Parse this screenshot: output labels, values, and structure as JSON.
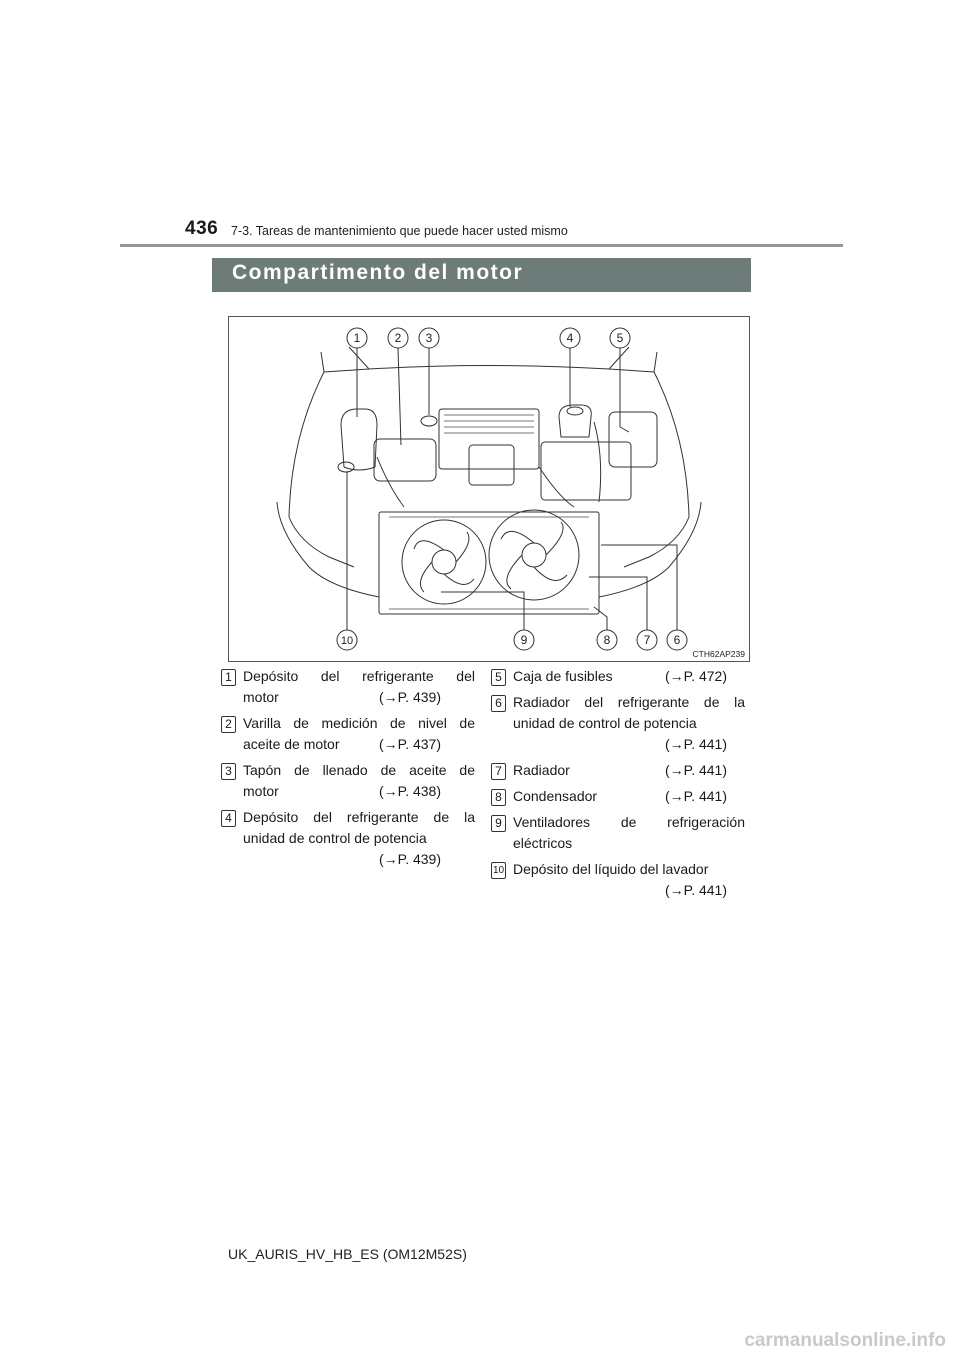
{
  "header": {
    "page_number": "436",
    "chapter": "7-3. Tareas de mantenimiento que puede hacer usted mismo"
  },
  "section": {
    "title": "Compartimento del motor"
  },
  "figure": {
    "code": "CTH62AP239",
    "callouts_top": [
      "1",
      "2",
      "3",
      "4",
      "5"
    ],
    "callouts_bottom": [
      "10",
      "9",
      "8",
      "7",
      "6"
    ]
  },
  "legend": [
    {
      "num": "1",
      "lines": [
        "Depósito del refrigerante del",
        "motor"
      ],
      "ref": "(→P. 439)"
    },
    {
      "num": "2",
      "lines": [
        "Varilla de medición de nivel de",
        "aceite de motor"
      ],
      "ref": "(→P. 437)"
    },
    {
      "num": "3",
      "lines": [
        "Tapón de llenado de aceite de",
        "motor"
      ],
      "ref": "(→P. 438)"
    },
    {
      "num": "4",
      "lines": [
        "Depósito del refrigerante de la",
        "unidad de control de potencia"
      ],
      "ref": "(→P. 439)"
    },
    {
      "num": "5",
      "lines": [
        "Caja de fusibles"
      ],
      "ref": "(→P. 472)"
    },
    {
      "num": "6",
      "lines": [
        "Radiador del refrigerante de la",
        "unidad de control de potencia"
      ],
      "ref": "(→P. 441)"
    },
    {
      "num": "7",
      "lines": [
        "Radiador"
      ],
      "ref": "(→P. 441)"
    },
    {
      "num": "8",
      "lines": [
        "Condensador"
      ],
      "ref": "(→P. 441)"
    },
    {
      "num": "9",
      "lines": [
        "Ventiladores de refrigeración",
        "eléctricos"
      ],
      "ref": ""
    },
    {
      "num": "10",
      "lines": [
        "Depósito del líquido del lavador"
      ],
      "ref": "(→P. 441)"
    }
  ],
  "footer": {
    "doc_code": "UK_AURIS_HV_HB_ES (OM12M52S)"
  },
  "watermark": {
    "text": "carmanualsonline.info"
  }
}
